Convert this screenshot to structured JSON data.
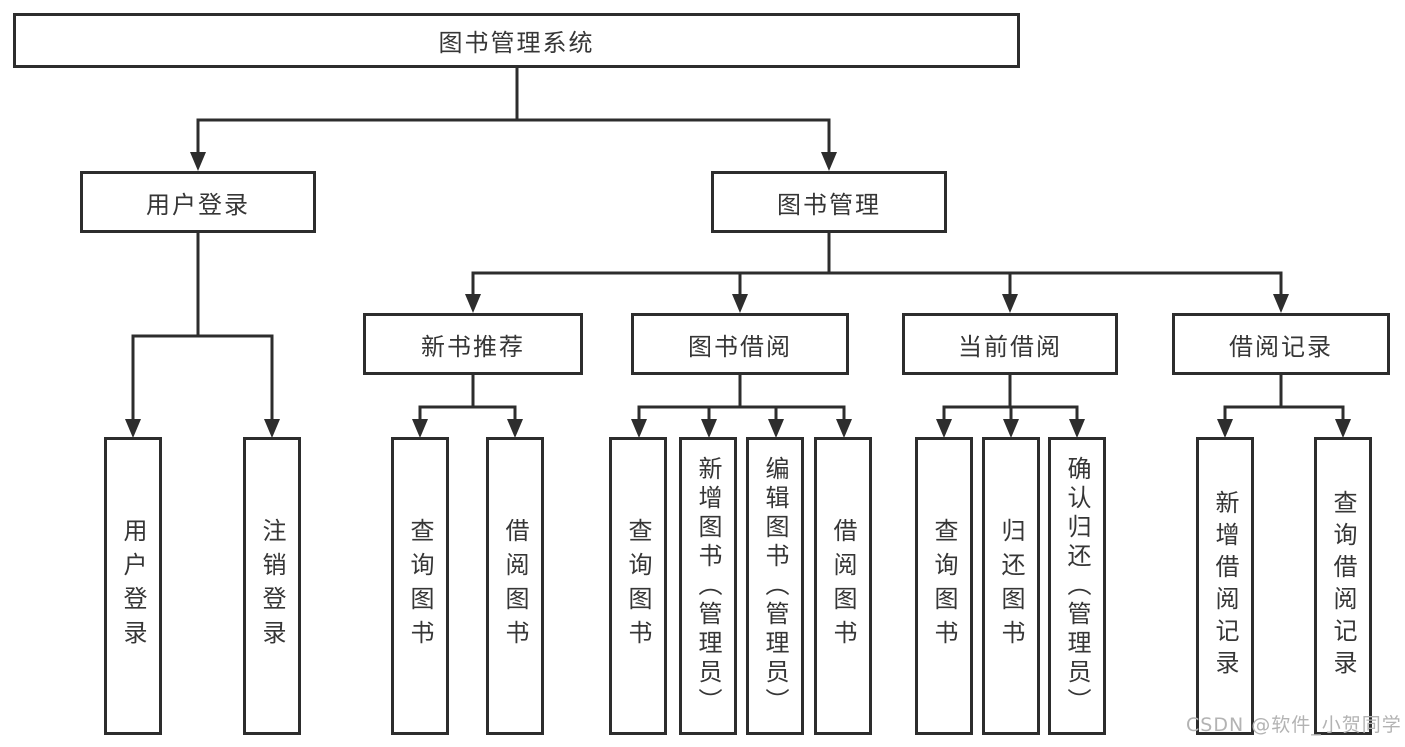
{
  "tree": {
    "label": "图书管理系统",
    "children": [
      {
        "label": "用户登录",
        "children": [
          {
            "label": "用户登录"
          },
          {
            "label": "注销登录"
          }
        ]
      },
      {
        "label": "图书管理",
        "children": [
          {
            "label": "新书推荐",
            "children": [
              {
                "label": "查询图书"
              },
              {
                "label": "借阅图书"
              }
            ]
          },
          {
            "label": "图书借阅",
            "children": [
              {
                "label": "查询图书"
              },
              {
                "label": "新增图书（管理员）"
              },
              {
                "label": "编辑图书（管理员）"
              },
              {
                "label": "借阅图书"
              }
            ]
          },
          {
            "label": "当前借阅",
            "children": [
              {
                "label": "查询图书"
              },
              {
                "label": "归还图书"
              },
              {
                "label": "确认归还（管理员）"
              }
            ]
          },
          {
            "label": "借阅记录",
            "children": [
              {
                "label": "新增借阅记录"
              },
              {
                "label": "查询借阅记录"
              }
            ]
          }
        ]
      }
    ]
  },
  "watermark": {
    "text": "CSDN @软件_小贺同学"
  },
  "colors": {
    "line": "#2d2d2d",
    "text": "#363636",
    "watermark": "#b3b3b3",
    "background": "#ffffff"
  }
}
